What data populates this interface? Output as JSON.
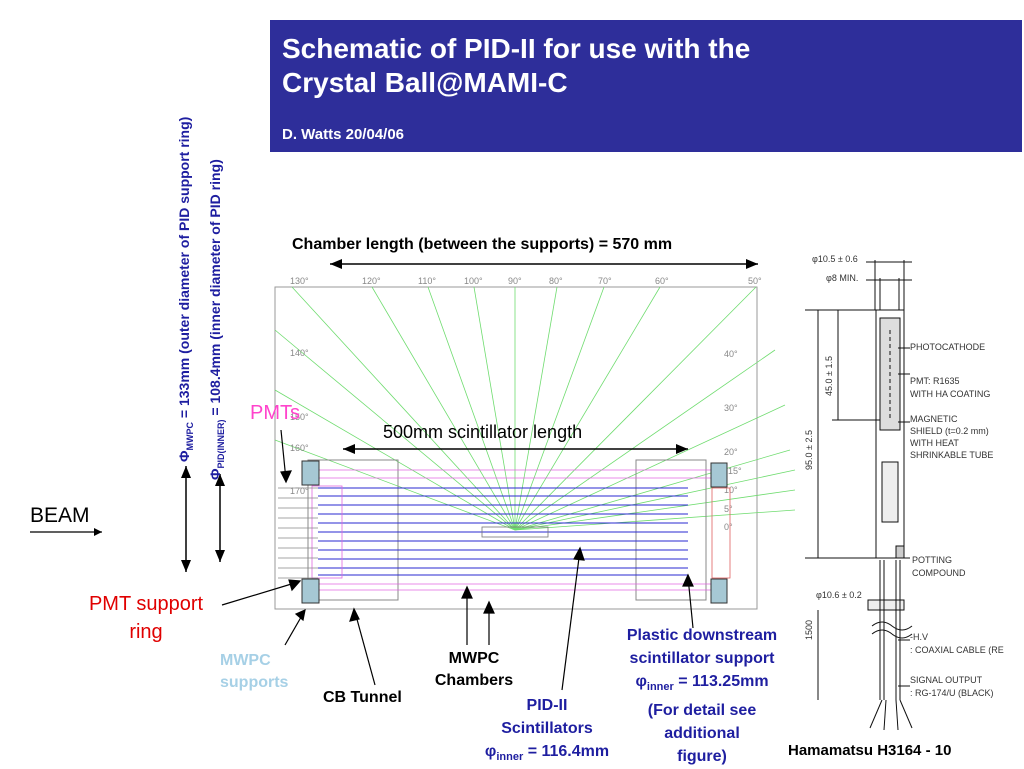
{
  "title": {
    "line1": "Schematic of PID-II  for use with the",
    "line2": "Crystal Ball@MAMI-C",
    "author": "D. Watts 20/04/06"
  },
  "chamber_length": "Chamber length (between the supports) =  570 mm",
  "scint_length": "500mm scintillator length",
  "pmts": "PMTs",
  "beam": "BEAM",
  "pmt_support_ring": {
    "line1": "PMT support",
    "line2": "ring"
  },
  "mwpc_supports": {
    "line1": "MWPC",
    "line2": "supports"
  },
  "cb_tunnel": "CB Tunnel",
  "mwpc_chambers": {
    "line1": "MWPC",
    "line2": "Chambers"
  },
  "pid_scint": {
    "line1": "PID-II",
    "line2": "Scintillators",
    "phi": "φ",
    "sub": "inner",
    "value": " =  116.4mm"
  },
  "plastic_support": {
    "line1": "Plastic downstream",
    "line2": "scintillator support",
    "phi": "φ",
    "sub": "inner",
    "value": " =  113.25mm",
    "line4": "(For detail see",
    "line5": "additional",
    "line6": "figure)"
  },
  "vertical_labels": {
    "mwpc": {
      "phi": "Φ",
      "sub": "MWPC",
      "rest": " = 133mm (outer diameter of PID support ring)"
    },
    "pid": {
      "phi": "Φ",
      "sub": "PID(INNER)",
      "rest": " = 108.4mm (inner diameter of PID ring)"
    }
  },
  "angles": [
    "130°",
    "120°",
    "110°",
    "100°",
    "90°",
    "80°",
    "70°",
    "60°",
    "50°",
    "140°",
    "40°",
    "30°",
    "150°",
    "160°",
    "20°",
    "15°",
    "10°",
    "5°",
    "0°",
    "170°"
  ],
  "hamamatsu": {
    "caption": "Hamamatsu H3164 - 10",
    "dims": [
      "φ10.5 ± 0.6",
      "φ8 MIN.",
      "45.0 ± 1.5",
      "95.0 ± 2.5",
      "φ10.6 ± 0.2",
      "1500"
    ],
    "labels": [
      "PHOTOCATHODE",
      "PMT: R1635",
      "WITH HA COATING",
      "MAGNETIC",
      "SHIELD (t=0.2 mm)",
      "WITH HEAT",
      "SHRINKABLE TUBE",
      "POTTING",
      "COMPOUND",
      "-H.V",
      ": COAXIAL CABLE (RE",
      "SIGNAL OUTPUT",
      ": RG-174/U (BLACK)"
    ]
  },
  "colors": {
    "title_bg": "#2e2e9a",
    "blue_text": "#1e1ea0",
    "pmts_pink": "#ff44cc",
    "pmt_ring_red": "#e00000",
    "mwpc_light": "#a6d0e6"
  }
}
